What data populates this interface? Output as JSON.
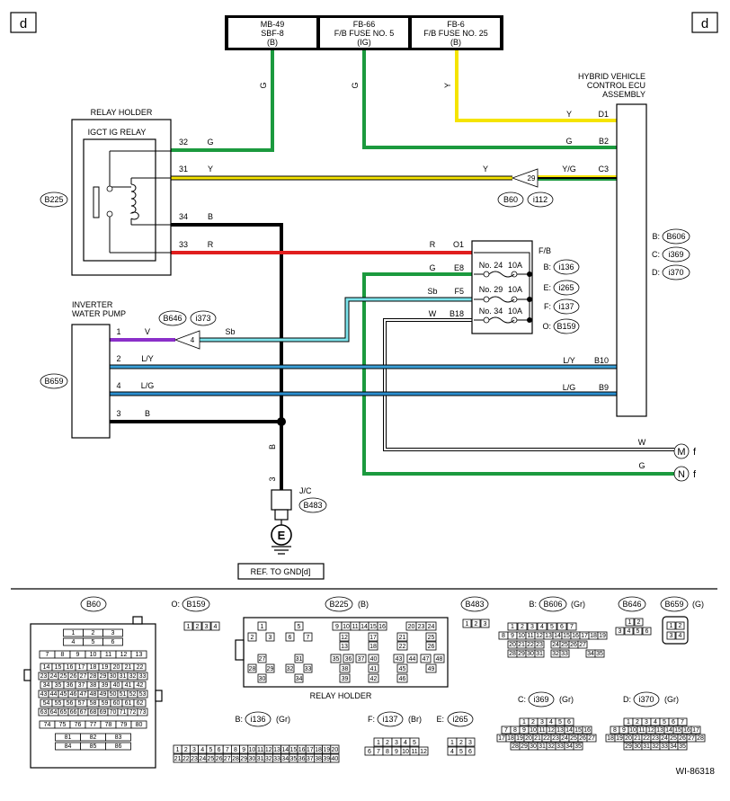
{
  "corner_label": "d",
  "fuses": [
    {
      "l1": "MB-49",
      "l2": "SBF-8",
      "l3": "(B)"
    },
    {
      "l1": "FB-66",
      "l2": "F/B FUSE NO. 5",
      "l3": "(IG)"
    },
    {
      "l1": "FB-6",
      "l2": "F/B FUSE NO. 25",
      "l3": "(B)"
    }
  ],
  "ecu": {
    "l1": "HYBRID VEHICLE",
    "l2": "CONTROL ECU",
    "l3": "ASSEMBLY"
  },
  "relay": {
    "holder": "RELAY HOLDER",
    "name": "IGCT IG RELAY",
    "conn": "B225"
  },
  "relay_pins": [
    {
      "pin": "32",
      "color": "G"
    },
    {
      "pin": "31",
      "color": "Y"
    },
    {
      "pin": "34",
      "color": "B"
    },
    {
      "pin": "33",
      "color": "R"
    }
  ],
  "wire_colors": {
    "g": "G",
    "y": "Y",
    "yg": "Y/G",
    "b": "B",
    "r": "R",
    "sb": "Sb",
    "w": "W",
    "v": "V",
    "ly": "L/Y",
    "lg": "L/G"
  },
  "ecu_pins": [
    "D1",
    "B2",
    "C3",
    "B10",
    "B9"
  ],
  "conn_b60": "B60",
  "conn_i112": "i112",
  "joint_29": "29",
  "ecu_conns": [
    {
      "k": "B:",
      "c": "B606"
    },
    {
      "k": "C:",
      "c": "i369"
    },
    {
      "k": "D:",
      "c": "i370"
    }
  ],
  "fb": {
    "title": "F/B",
    "rows": [
      {
        "term": "O1",
        "color": "R",
        "fuse": "",
        "amp": ""
      },
      {
        "term": "E8",
        "color": "G",
        "fuse": "No. 24",
        "amp": "10A"
      },
      {
        "term": "F5",
        "color": "Sb",
        "fuse": "No. 29",
        "amp": "10A"
      },
      {
        "term": "B18",
        "color": "W",
        "fuse": "No. 34",
        "amp": "10A"
      }
    ],
    "conns": [
      {
        "k": "B:",
        "c": "i136"
      },
      {
        "k": "E:",
        "c": "i265"
      },
      {
        "k": "F:",
        "c": "i137"
      },
      {
        "k": "O:",
        "c": "B159"
      }
    ]
  },
  "pump": {
    "l1": "INVERTER",
    "l2": "WATER PUMP",
    "conn": "B659"
  },
  "pump_pins": [
    {
      "pin": "1",
      "color": "V"
    },
    {
      "pin": "2",
      "color": "L/Y"
    },
    {
      "pin": "4",
      "color": "L/G"
    },
    {
      "pin": "3",
      "color": "B"
    }
  ],
  "joint_4": "4",
  "conn_b646": "B646",
  "conn_i373": "i373",
  "ground": {
    "wire_color": "B",
    "pin": "3",
    "jc": "J/C",
    "conn": "B483",
    "symbol": "E",
    "ref": "REF. TO GND[d]"
  },
  "offpage": [
    {
      "color": "W",
      "letter": "M",
      "suffix": "f"
    },
    {
      "color": "G",
      "letter": "N",
      "suffix": "f"
    }
  ],
  "connectors": [
    {
      "id": "B60",
      "prefix": "",
      "suffix": ""
    },
    {
      "id": "B159",
      "prefix": "O:",
      "suffix": ""
    },
    {
      "id": "B225",
      "prefix": "",
      "suffix": "(B)",
      "caption": "RELAY HOLDER"
    },
    {
      "id": "B483",
      "prefix": "",
      "suffix": ""
    },
    {
      "id": "B606",
      "prefix": "B:",
      "suffix": "(Gr)"
    },
    {
      "id": "B646",
      "prefix": "",
      "suffix": ""
    },
    {
      "id": "B659",
      "prefix": "",
      "suffix": "(G)"
    },
    {
      "id": "i136",
      "prefix": "B:",
      "suffix": "(Gr)"
    },
    {
      "id": "i137",
      "prefix": "F:",
      "suffix": "(Br)"
    },
    {
      "id": "i265",
      "prefix": "E:",
      "suffix": ""
    },
    {
      "id": "i369",
      "prefix": "C:",
      "suffix": "(Gr)"
    },
    {
      "id": "i370",
      "prefix": "D:",
      "suffix": "(Gr)"
    }
  ],
  "b60_rows": [
    [
      "1",
      "2",
      "3"
    ],
    [
      "4",
      "5",
      "6"
    ],
    [
      "7",
      "8",
      "9",
      "10",
      "11",
      "12",
      "13"
    ],
    [
      "14",
      "15",
      "16",
      "17",
      "18",
      "19",
      "20",
      "21",
      "22"
    ],
    [
      "23",
      "24",
      "25",
      "26",
      "27",
      "28",
      "29",
      "30",
      "31",
      "32",
      "33"
    ],
    [
      "34",
      "35",
      "36",
      "37",
      "38",
      "39",
      "40",
      "41",
      "42"
    ],
    [
      "43",
      "44",
      "45",
      "46",
      "47",
      "48",
      "49",
      "50",
      "51",
      "52",
      "53"
    ],
    [
      "54",
      "55",
      "56",
      "57",
      "58",
      "59",
      "60",
      "61",
      "62"
    ],
    [
      "63",
      "64",
      "65",
      "66",
      "67",
      "68",
      "69",
      "70",
      "71",
      "72",
      "73"
    ],
    [
      "74",
      "75",
      "76",
      "77",
      "78",
      "79",
      "80"
    ],
    [
      "81",
      "82",
      "83"
    ],
    [
      "84",
      "85",
      "86"
    ]
  ],
  "b159_pins": [
    "1",
    "2",
    "3",
    "4"
  ],
  "b483_pins": [
    "1",
    "2",
    "3"
  ],
  "b646_pins": {
    "top": [
      "1",
      "2"
    ],
    "bottom": [
      "3",
      "4",
      "5",
      "6"
    ]
  },
  "b659_pins": {
    "top": [
      "1",
      "2"
    ],
    "bottom": [
      "3",
      "4"
    ]
  },
  "b225_pins": {
    "row1": [
      "1",
      "5",
      "9",
      "10",
      "11",
      "14",
      "15",
      "16",
      "20",
      "23",
      "24"
    ],
    "row2": [
      "2",
      "3",
      "6",
      "7",
      "12",
      "17",
      "21",
      "25"
    ],
    "row3": [
      "13",
      "18",
      "22",
      "26"
    ],
    "row4": [
      "27",
      "31",
      "35",
      "36",
      "37",
      "40",
      "43",
      "44",
      "47",
      "48"
    ],
    "row5": [
      "28",
      "29",
      "32",
      "33",
      "38",
      "41",
      "45",
      "49"
    ],
    "row6": [
      "30",
      "34",
      "39",
      "42",
      "46"
    ]
  },
  "b606_rows": [
    [
      "1",
      "2",
      "3",
      "4",
      "5",
      "6",
      "7"
    ],
    [
      "8",
      "9",
      "10",
      "11",
      "12",
      "13",
      "14",
      "15",
      "16",
      "17",
      "18",
      "19"
    ],
    [
      "20",
      "21",
      "22",
      "23",
      "24",
      "25",
      "26",
      "27"
    ],
    [
      "28",
      "29",
      "30",
      "31",
      "32",
      "33",
      "34",
      "35"
    ]
  ],
  "i136_rows": [
    [
      "1",
      "2",
      "3",
      "4",
      "5",
      "6",
      "7",
      "8",
      "9",
      "10",
      "11",
      "12",
      "13",
      "14",
      "15",
      "16",
      "17",
      "18",
      "19",
      "20"
    ],
    [
      "21",
      "22",
      "23",
      "24",
      "25",
      "26",
      "27",
      "28",
      "29",
      "30",
      "31",
      "32",
      "33",
      "34",
      "35",
      "36",
      "37",
      "38",
      "39",
      "40"
    ]
  ],
  "i137_rows": [
    [
      "1",
      "2",
      "3",
      "4",
      "5"
    ],
    [
      "6",
      "7",
      "8",
      "9",
      "10",
      "11",
      "12"
    ]
  ],
  "i265_rows": [
    [
      "1",
      "2",
      "3"
    ],
    [
      "4",
      "5",
      "6"
    ]
  ],
  "i369_rows": [
    [
      "1",
      "2",
      "3",
      "4",
      "5",
      "6"
    ],
    [
      "7",
      "8",
      "9",
      "10",
      "11",
      "12",
      "13",
      "14",
      "15",
      "16"
    ],
    [
      "17",
      "18",
      "19",
      "20",
      "21",
      "22",
      "23",
      "24",
      "25",
      "26",
      "27"
    ],
    [
      "28",
      "29",
      "30",
      "31",
      "32",
      "33",
      "34",
      "35"
    ]
  ],
  "i370_rows": [
    [
      "1",
      "2",
      "3",
      "4",
      "5",
      "6",
      "7"
    ],
    [
      "8",
      "9",
      "10",
      "11",
      "12",
      "13",
      "14",
      "15",
      "16",
      "17"
    ],
    [
      "18",
      "19",
      "20",
      "21",
      "22",
      "23",
      "24",
      "25",
      "26",
      "27",
      "28"
    ],
    [
      "29",
      "30",
      "31",
      "32",
      "33",
      "34",
      "35"
    ]
  ],
  "doc_id": "WI-86318"
}
